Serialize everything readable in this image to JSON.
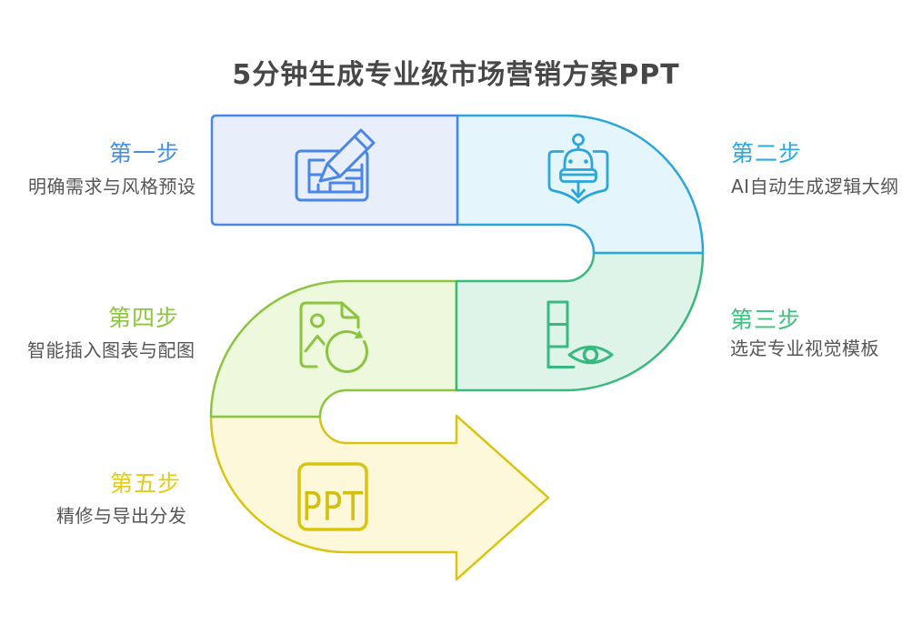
{
  "title": {
    "text": "5分钟生成专业级市场营销方案PPT",
    "color": "#474747"
  },
  "steps": [
    {
      "id": 1,
      "label": "第一步",
      "desc": "明确需求与风格预设",
      "accent_color": "#4a90e2",
      "shape_fill": "#e9eefb",
      "shape_stroke": "#4a86e8",
      "icon": "plan-edit-icon"
    },
    {
      "id": 2,
      "label": "第二步",
      "desc": "AI自动生成逻辑大纲",
      "accent_color": "#29abe2",
      "shape_fill": "#e4f5fc",
      "shape_stroke": "#2ba6d9",
      "icon": "robot-book-icon"
    },
    {
      "id": 3,
      "label": "第三步",
      "desc": "选定专业视觉模板",
      "accent_color": "#3cc17e",
      "shape_fill": "#def4e9",
      "shape_stroke": "#38b97e",
      "icon": "template-eye-icon"
    },
    {
      "id": 4,
      "label": "第四步",
      "desc": "智能插入图表与配图",
      "accent_color": "#8cc63f",
      "shape_fill": "#eef8dd",
      "shape_stroke": "#8bc53f",
      "icon": "image-refresh-icon"
    },
    {
      "id": 5,
      "label": "第五步",
      "desc": "精修与导出分发",
      "accent_color": "#e2cc16",
      "shape_fill": "#fdf8da",
      "shape_stroke": "#d9c40f",
      "icon": "ppt-box-icon",
      "icon_text": "PPT"
    }
  ]
}
